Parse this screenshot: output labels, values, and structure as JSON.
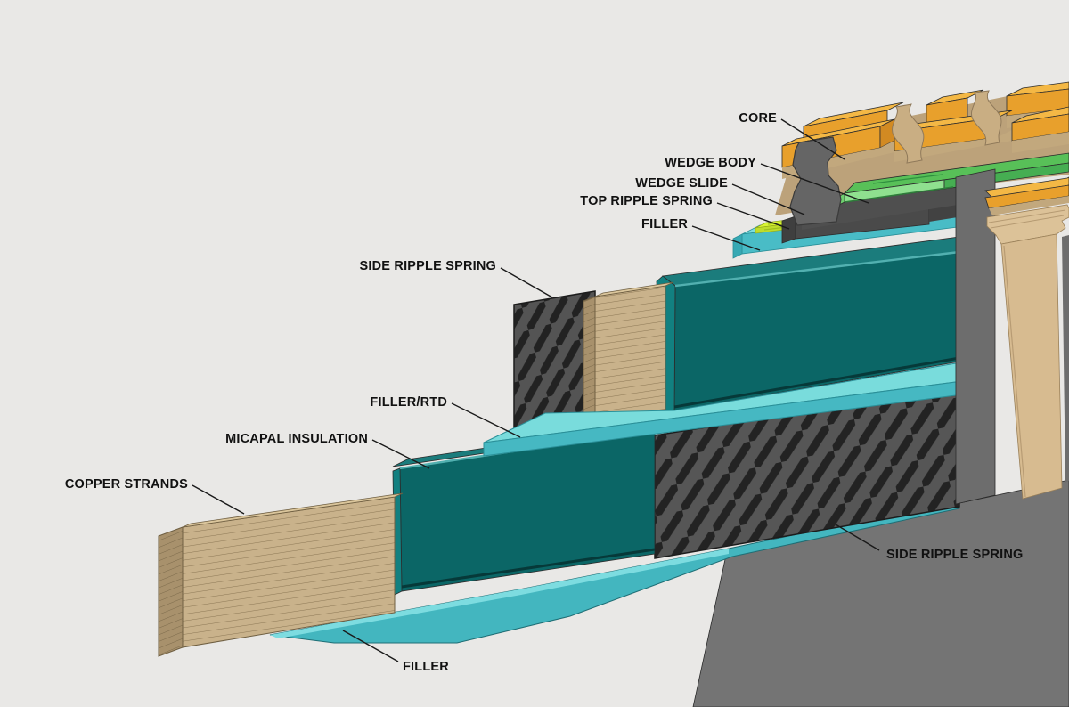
{
  "diagram": {
    "kind": "isometric-cutaway",
    "labels": {
      "core": "CORE",
      "wedge_body": "WEDGE BODY",
      "wedge_slide": "WEDGE SLIDE",
      "top_ripple_spring": "TOP RIPPLE SPRING",
      "filler_top": "FILLER",
      "side_ripple_spring_upper": "SIDE RIPPLE SPRING",
      "filler_rtd": "FILLER/RTD",
      "micapal_insulation": "MICAPAL INSULATION",
      "copper_strands": "COPPER STRANDS",
      "side_ripple_spring_lower": "SIDE RIPPLE SPRING",
      "filler_bottom": "FILLER"
    },
    "colors": {
      "background": "#e9e8e6",
      "core_lamination_orange": "#f5b843",
      "lamination_tan": "#c2a87d",
      "wedge_body_green": "#58c058",
      "wedge_slide_gray": "#4a4a4a",
      "ripple_spring_chartreuse": "#d8f532",
      "filler_cyan": "#49bcc6",
      "insulation_teal": "#0b6666",
      "copper_tan": "#c9b28b",
      "side_ripple_spring_hatch": "#565656",
      "core_slab_gray": "#747474",
      "tooth_tan": "#d7bb90",
      "label_text": "#111111"
    }
  }
}
